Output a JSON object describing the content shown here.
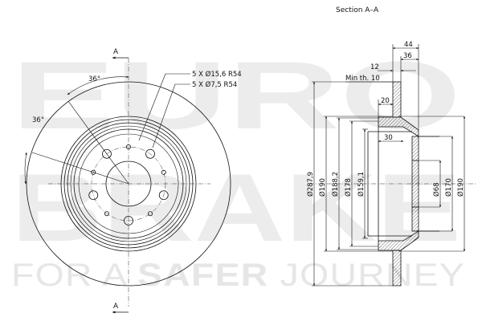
{
  "watermark": {
    "line1": "EURO",
    "line2": "BRAKE",
    "tagline_a": "FOR A ",
    "tagline_b": "SAFER",
    "tagline_c": " JOURNEY"
  },
  "section_label": "Section A–A",
  "section_marker": "A",
  "front_view": {
    "angle_1": "36°",
    "angle_2": "36°",
    "hole_note_1": "5 X Ø15,6   R54",
    "hole_note_2": "5 X Ø7,5   R54"
  },
  "section_view": {
    "dim_44": "44",
    "dim_36": "36",
    "dim_12": "12",
    "min_thickness": "Min th. 10",
    "dim_20": "20",
    "dim_30": "30",
    "dia_287_9": "Ø287,9",
    "dia_190_left": "Ø190",
    "dia_188_2": "Ø188,2",
    "dia_178": "Ø178",
    "dia_159_1": "Ø159,1",
    "dia_68": "Ø68",
    "dia_170": "Ø170",
    "dia_190_right": "Ø190"
  }
}
